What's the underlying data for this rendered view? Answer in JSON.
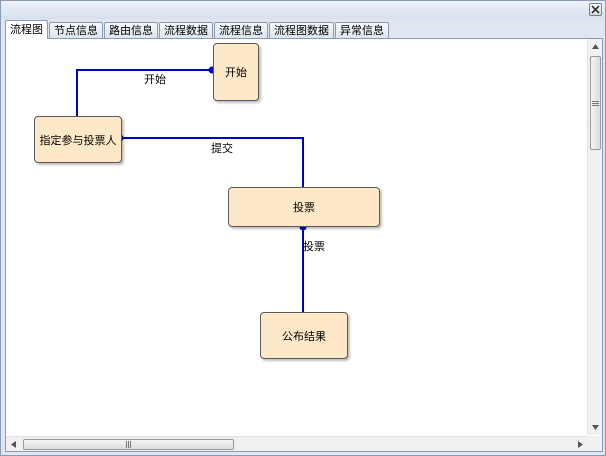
{
  "window": {
    "close_icon": "close-icon"
  },
  "tabs": [
    {
      "label": "流程图",
      "active": true
    },
    {
      "label": "节点信息",
      "active": false
    },
    {
      "label": "路由信息",
      "active": false
    },
    {
      "label": "流程数据",
      "active": false
    },
    {
      "label": "流程信息",
      "active": false
    },
    {
      "label": "流程图数据",
      "active": false
    },
    {
      "label": "异常信息",
      "active": false
    }
  ],
  "flow": {
    "nodes": {
      "start": "开始",
      "assign_voters": "指定参与投票人",
      "vote": "投票",
      "publish_result": "公布结果"
    },
    "edges": {
      "start_label": "开始",
      "submit_label": "提交",
      "vote_label": "投票"
    },
    "colors": {
      "node_fill": "#fde8c8",
      "edge_line": "#0000cc",
      "edge_dot": "#0000cc"
    }
  }
}
